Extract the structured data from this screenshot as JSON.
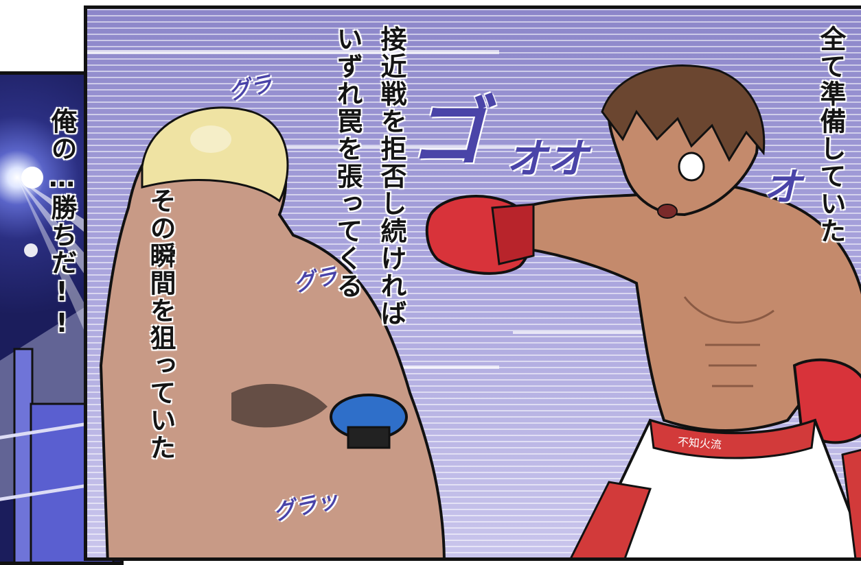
{
  "captions": {
    "left_panel": "俺の…勝ちだ!!",
    "center_1": "接近戦を拒否し続ければ",
    "center_2": "いずれ罠を張ってくる",
    "left_fighter": "その瞬間を狙っていた",
    "right": "全て準備していた"
  },
  "sfx": {
    "roar_1": "ゴ",
    "roar_2": "オオ",
    "roar_3": "オ",
    "shake_1": "グラ",
    "shake_2": "グラ",
    "shake_3": "グラッ"
  },
  "waistband_text": "不知火流",
  "colors": {
    "background_lines": "#a8a3dc",
    "sfx": "#4a44a8",
    "glove_red": "#d8333a",
    "glove_blue": "#2f6fc9",
    "shorts_red": "#d23a3a"
  }
}
